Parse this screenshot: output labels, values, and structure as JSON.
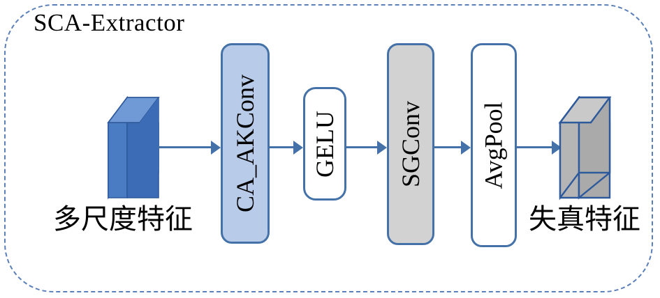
{
  "module": {
    "title": "SCA-Extractor",
    "border_color": "#5b7fb9",
    "border_style": "dashed"
  },
  "colors": {
    "accent_blue": "#4472a8",
    "box_light_blue": "#b8cce9",
    "box_gray": "#d2d2d2",
    "box_white": "#ffffff",
    "slab_blue_front": "#3b6cb5",
    "slab_blue_side": "#4a7cc4",
    "slab_blue_top": "#6f9ad6",
    "slab_gray_front": "#aaaaaa",
    "slab_gray_side": "#b5b5b5",
    "slab_gray_top": "#c9c9c9",
    "slab_outline": "#2e5a9c",
    "text_black": "#000000"
  },
  "pipeline": {
    "input": {
      "name": "input-feature-slab",
      "caption": "多尺度特征",
      "fill": "blue"
    },
    "blocks": [
      {
        "name": "ca-akconv",
        "label": "CA_AKConv",
        "fill": "light-blue"
      },
      {
        "name": "gelu",
        "label": "GELU",
        "fill": "white"
      },
      {
        "name": "sgconv",
        "label": "SGConv",
        "fill": "gray"
      },
      {
        "name": "avgpool",
        "label": "AvgPool",
        "fill": "white"
      }
    ],
    "output": {
      "name": "output-feature-slab",
      "caption": "失真特征",
      "fill": "gray"
    },
    "arrow_count": 5,
    "arrow_direction": "left-to-right"
  }
}
